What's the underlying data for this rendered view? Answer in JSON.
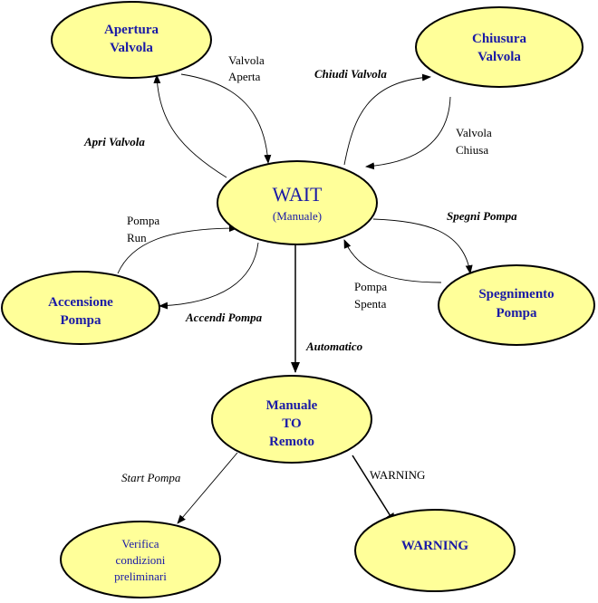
{
  "nodes": {
    "apertura": {
      "line1": "Apertura",
      "line2": "Valvola"
    },
    "chiusura": {
      "line1": "Chiusura",
      "line2": "Valvola"
    },
    "wait": {
      "title": "WAIT",
      "subtitle": "(Manuale)"
    },
    "accensione": {
      "line1": "Accensione",
      "line2": "Pompa"
    },
    "spegnimento": {
      "line1": "Spegnimento",
      "line2": "Pompa"
    },
    "manuale": {
      "line1": "Manuale",
      "line2": "TO",
      "line3": "Remoto"
    },
    "verifica": {
      "line1": "Verifica",
      "line2": "condizioni",
      "line3": "preliminari"
    },
    "warning": {
      "line1": "WARNING"
    }
  },
  "labels": {
    "valvola_aperta": [
      "Valvola",
      "Aperta"
    ],
    "chiudi_valvola": "Chiudi Valvola",
    "apri_valvola": "Apri Valvola",
    "valvola_chiusa": [
      "Valvola",
      "Chiusa"
    ],
    "pompa_run": [
      "Pompa",
      "Run"
    ],
    "spegni_pompa": "Spegni Pompa",
    "pompa_spenta": [
      "Pompa",
      "Spenta"
    ],
    "accendi_pompa": "Accendi Pompa",
    "automatico": "Automatico",
    "start_pompa": "Start Pompa",
    "warning_edge": "WARNING"
  },
  "colors": {
    "node_fill": "#ffff99",
    "node_text": "#1a1aa6",
    "edge": "#000000"
  }
}
